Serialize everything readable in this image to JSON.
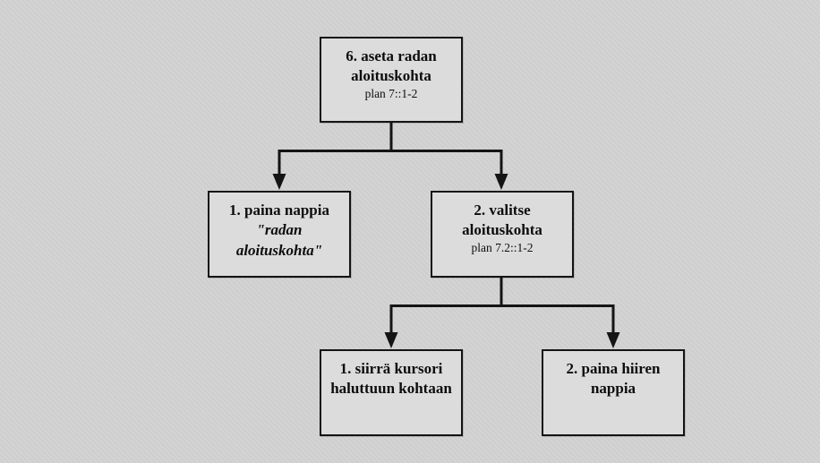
{
  "page": {
    "background_color": "#d2d2d2",
    "box_fill_color": "#dcdcdc",
    "line_color": "#141414"
  },
  "flowchart": {
    "root": {
      "title": "6. aseta radan\naloituskohta",
      "subtitle": "plan 7::1-2"
    },
    "press_button": {
      "title": "1. paina nappia",
      "quote": "\"radan\naloituskohta\""
    },
    "choose_start": {
      "title": "2. valitse\naloituskohta",
      "subtitle": "plan 7.2::1-2"
    },
    "move_cursor": {
      "title": "1. siirrä kursori\nhaluttuun kohtaan"
    },
    "press_mouse": {
      "title": "2. paina hiiren\nnappia"
    }
  }
}
